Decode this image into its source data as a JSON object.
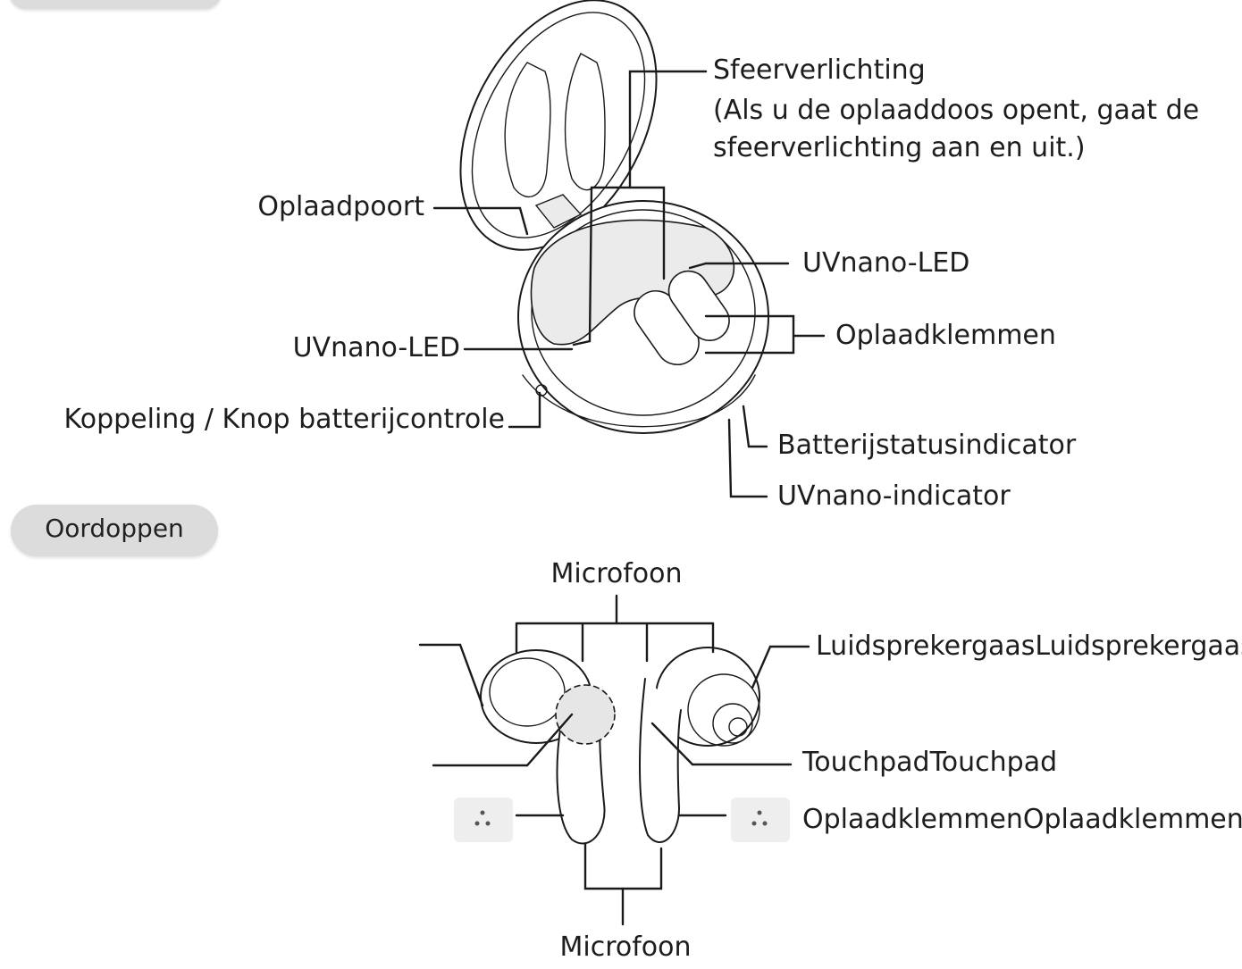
{
  "sections": {
    "earbuds": "Oordoppen"
  },
  "case_labels": {
    "ambient_light": "Sfeerverlichting",
    "ambient_note_1": "(Als u de oplaaddoos opent, gaat de",
    "ambient_note_2": "sfeerverlichting aan en uit.)",
    "charging_port": "Oplaadpoort",
    "uvnano_led_right": "UVnano-LED",
    "charging_terminals": "Oplaadklemmen",
    "uvnano_led_left": "UVnano-LED",
    "pairing_button": "Koppeling / Knop batterijcontrole",
    "battery_indicator": "Batterijstatusindicator",
    "uvnano_indicator": "UVnano-indicator"
  },
  "earbud_labels": {
    "mic_top": "Microfoon",
    "speaker_mesh": "LuidsprekergaasLuidsprekergaas",
    "touchpad": "TouchpadTouchpad",
    "charging_terminals": "OplaadklemmenOplaadklemmen",
    "mic_bottom": "Microfoon"
  },
  "colors": {
    "line": "#1a1a1a",
    "pill": "#dcdcdc",
    "fill": "#ebebeb"
  }
}
